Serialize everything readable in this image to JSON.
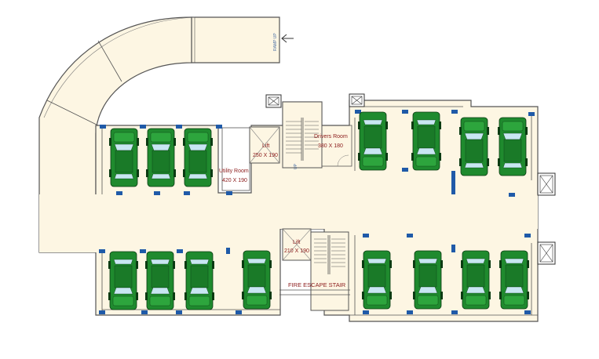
{
  "labels": {
    "ramp_up": "RAMP UP",
    "lift_a": "Lift",
    "lift_a_size": "250 X 190",
    "utility_room": "Utility Room",
    "utility_size": "420 X 190",
    "drivers_room": "Drivers Room",
    "drivers_size": "380 X 180",
    "lift_b": "Lift",
    "lift_b_size": "210 X 190",
    "fire_escape": "FIRE ESCAPE STAIR",
    "up_mark": "UP"
  },
  "colors": {
    "floor": "#fdf6e3",
    "wall": "#555555",
    "car_body": "#1f8a2e",
    "car_glass": "#c8e6f2",
    "column": "#1f5aa8",
    "text": "#8b1a1a"
  },
  "parking": {
    "top_left_bays": 3,
    "bottom_left_bays": 4,
    "top_right_bays": 4,
    "bottom_right_bays": 4,
    "total_bays": 15
  }
}
